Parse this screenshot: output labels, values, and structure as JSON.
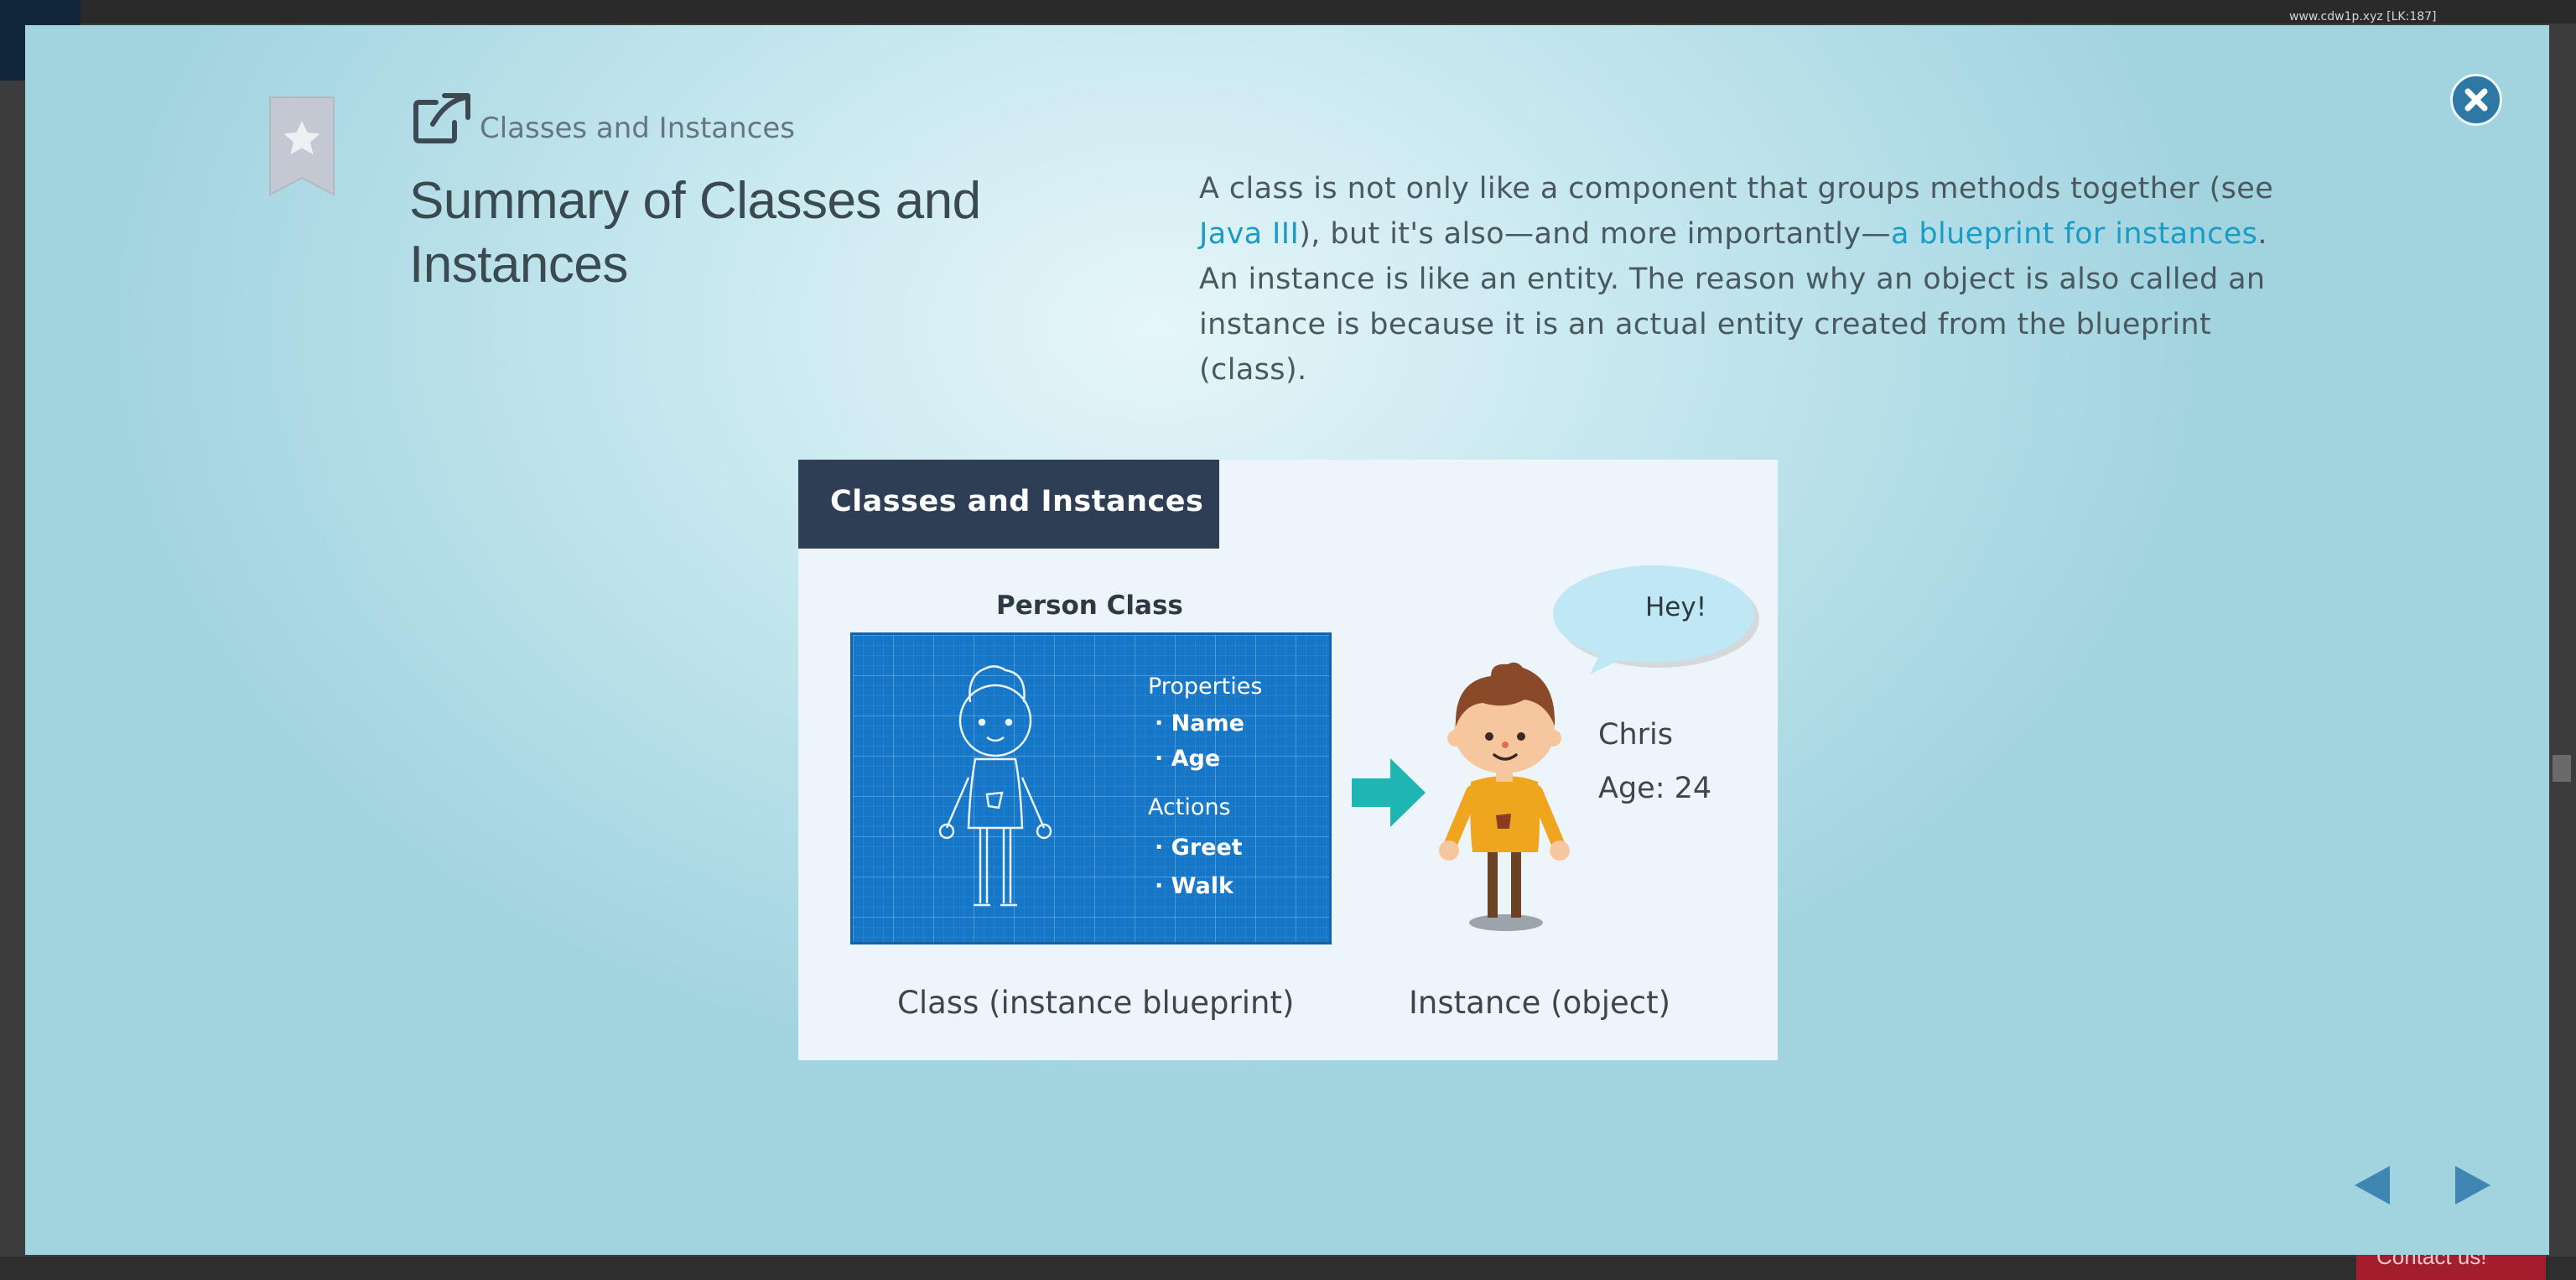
{
  "background": {
    "url_text": "www.cdw1p.xyz [LK:187]",
    "contact_label": "Contact us!"
  },
  "modal": {
    "breadcrumb": "Classes and Instances",
    "title": "Summary of Classes and Instances",
    "description": {
      "part1": "A class is not only like a component that groups methods together (see ",
      "link1": "Java III",
      "part2": "), but it's also—and more importantly—",
      "link2": "a blueprint for instances",
      "part3": ". An instance is like an entity. The reason why an object is also called an instance is because it is an actual entity created from the blueprint (class)."
    },
    "icons": {
      "bookmark": "star-bookmark-icon",
      "external": "external-link-icon",
      "close": "close-icon",
      "prev": "triangle-left-icon",
      "next": "triangle-right-icon"
    },
    "colors": {
      "link": "#1a9cc6",
      "close_button": "#2f78a6",
      "nav_arrow": "#3f86b3",
      "header": "#2e3e54",
      "blueprint": "#1676c8"
    }
  },
  "figure": {
    "header": "Classes and Instances",
    "class_label": "Person Class",
    "properties_heading": "Properties",
    "property_items": [
      "· Name",
      "· Age"
    ],
    "actions_heading": "Actions",
    "action_items": [
      "· Greet",
      "· Walk"
    ],
    "speech": "Hey!",
    "instance_name": "Chris",
    "instance_age": "Age: 24",
    "caption_class": "Class (instance blueprint)",
    "caption_instance": "Instance (object)"
  }
}
